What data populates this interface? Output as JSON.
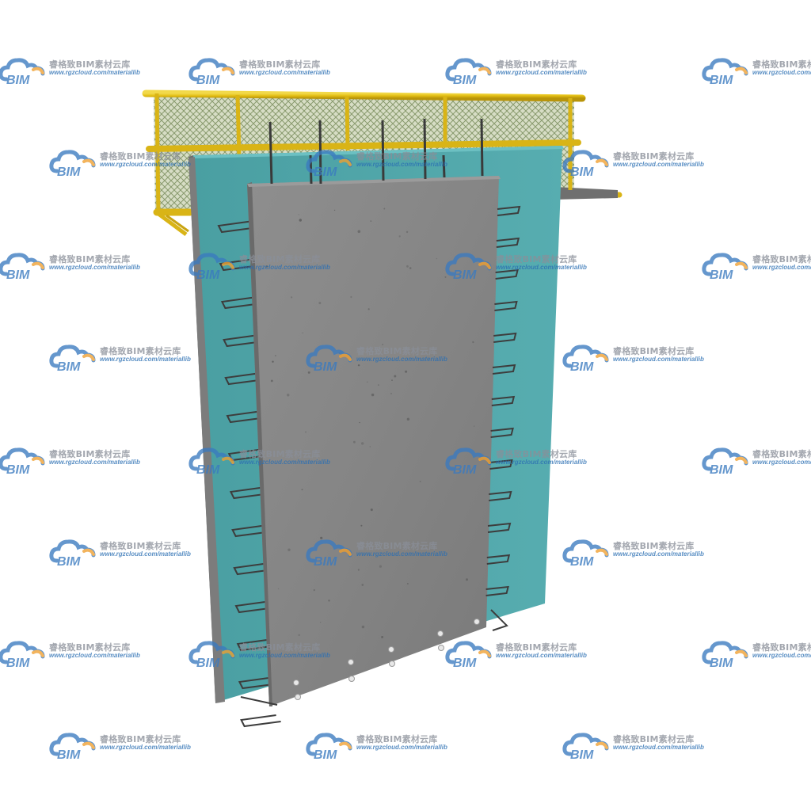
{
  "watermark": {
    "brand": "BIM",
    "title": "睿格致BIM素材云库",
    "url": "www.rgzcloud.com/materiallib"
  },
  "colors": {
    "insulation": "#4ea5a8",
    "concrete": "#878787",
    "railing": "#e5c21a",
    "mesh": "#9aa67c",
    "rebar": "#3d3d3d",
    "brand_blue": "#3a7ac0",
    "brand_orange": "#f0a030"
  }
}
